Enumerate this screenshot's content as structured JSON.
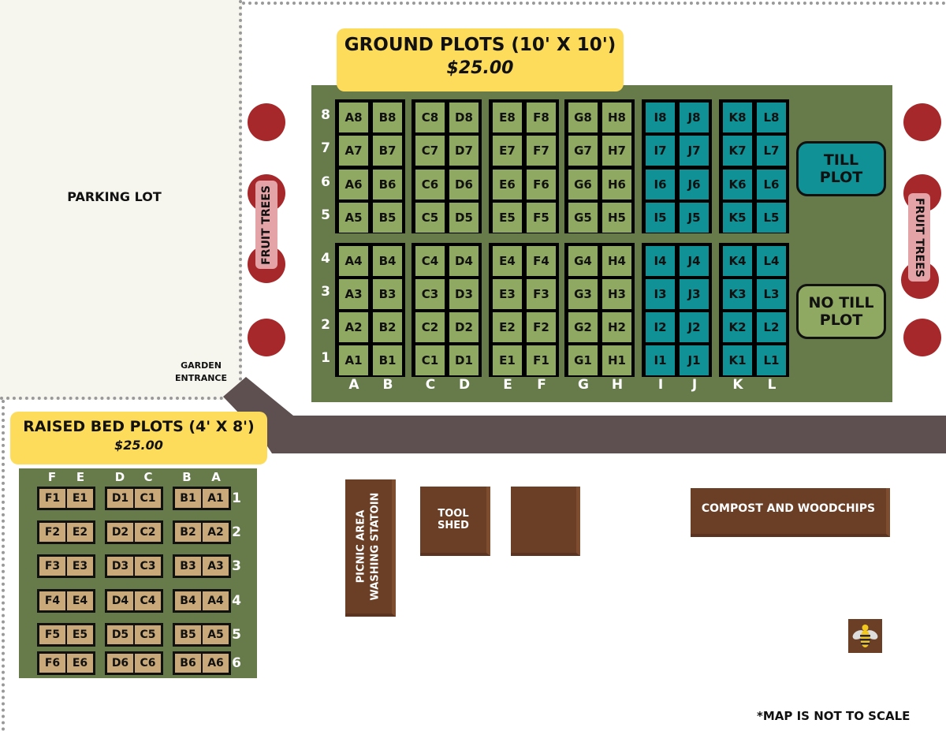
{
  "parking_lot": "PARKING LOT",
  "garden_entrance": [
    "GARDEN",
    "ENTRANCE"
  ],
  "ground": {
    "title": "GROUND PLOTS (10' X 10')",
    "price": "$25.00",
    "column_labels": [
      "A",
      "B",
      "C",
      "D",
      "E",
      "F",
      "G",
      "H",
      "I",
      "J",
      "K",
      "L"
    ],
    "row_labels": [
      "8",
      "7",
      "6",
      "5",
      "4",
      "3",
      "2",
      "1"
    ],
    "till_columns": [
      "I",
      "J",
      "K",
      "L"
    ],
    "colors": {
      "standard": "#8fa862",
      "till": "#0f9196"
    },
    "till_plot": [
      "TILL",
      "PLOT"
    ],
    "no_till_plot": [
      "NO TILL",
      "PLOT"
    ]
  },
  "raised": {
    "title": "RAISED BED PLOTS (4' X 8')",
    "price": "$25.00",
    "column_labels": [
      "F",
      "E",
      "D",
      "C",
      "B",
      "A"
    ],
    "row_labels": [
      "1",
      "2",
      "3",
      "4",
      "5",
      "6"
    ],
    "color": "#c9a97a"
  },
  "fruit_trees": "FRUIT TREES",
  "buildings": {
    "picnic": [
      "PICNIC AREA",
      "WASHING STATOIN"
    ],
    "tool_shed": [
      "TOOL",
      "SHED"
    ],
    "compost": "COMPOST AND WOODCHIPS"
  },
  "bee_icon": "bee-icon",
  "note": "*MAP IS NOT TO SCALE"
}
